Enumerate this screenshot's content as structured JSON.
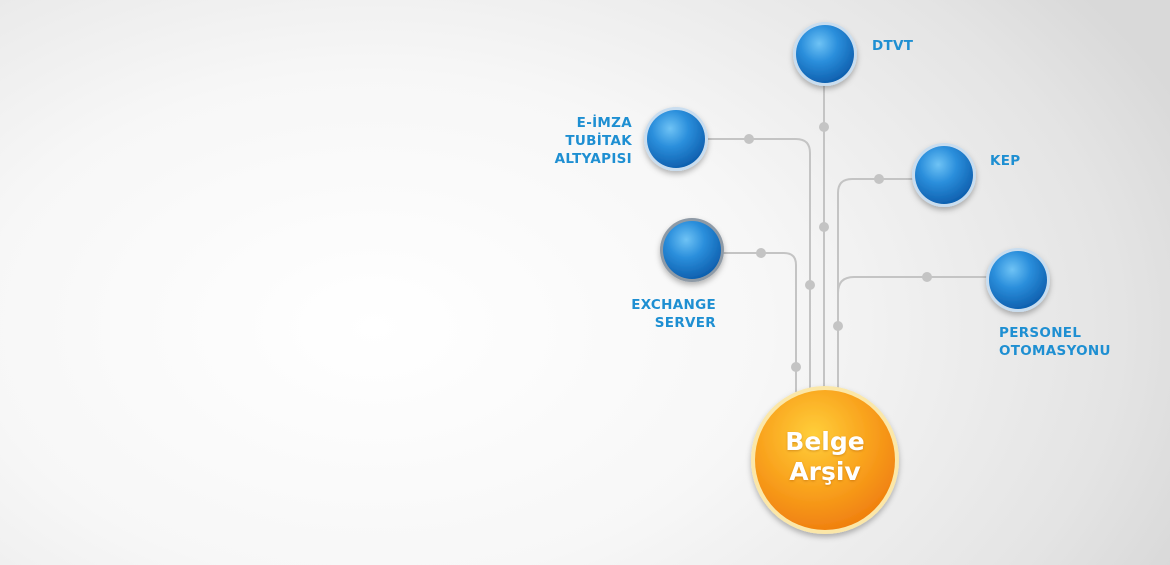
{
  "center": {
    "lines": [
      "Belge",
      "Arşiv"
    ]
  },
  "nodes": {
    "dtvt": {
      "lines": [
        "DTVT"
      ]
    },
    "e_imza": {
      "lines": [
        "E-İMZA",
        "TUBİTAK",
        "ALTYAPISI"
      ]
    },
    "kep": {
      "lines": [
        "KEP"
      ]
    },
    "exchange": {
      "lines": [
        "EXCHANGE",
        "SERVER"
      ]
    },
    "personel": {
      "lines": [
        "PERSONEL",
        "OTOMASYONU"
      ]
    }
  },
  "colors": {
    "label_blue": "#1e8fd2",
    "node_blue": "#1573c4",
    "center_orange": "#f7931e",
    "connector_gray": "#c4c4c4"
  }
}
